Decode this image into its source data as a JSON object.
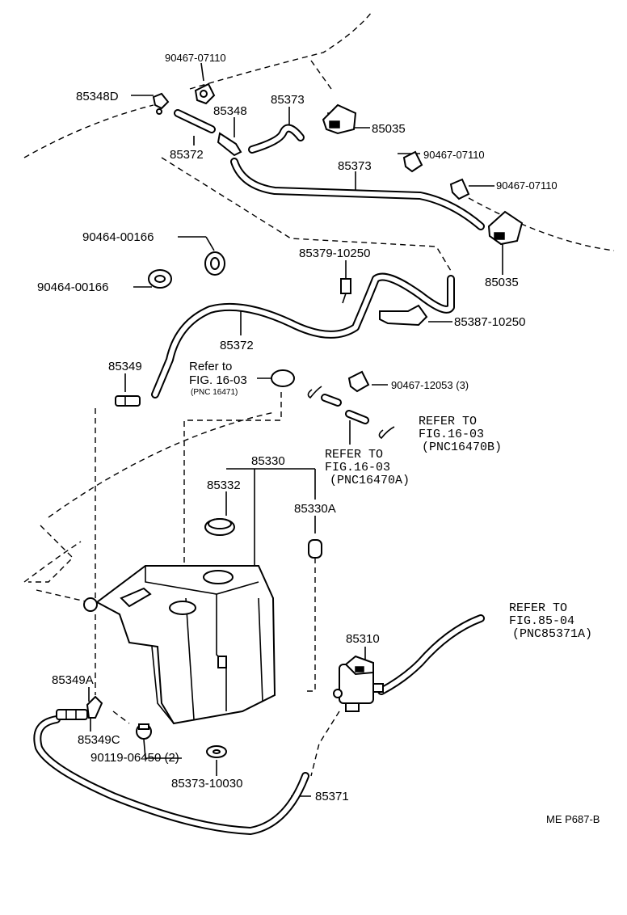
{
  "labels": {
    "p90467_07110_top": "90467-07110",
    "p85348D": "85348D",
    "p85348": "85348",
    "p85373_top": "85373",
    "p85035_top": "85035",
    "p85372_top": "85372",
    "p90467_07110_mid": "90467-07110",
    "p85373_mid": "85373",
    "p90467_07110_right": "90467-07110",
    "p90464_00166_a": "90464-00166",
    "p90464_00166_b": "90464-00166",
    "p85379_10250": "85379-10250",
    "p85035_right": "85035",
    "p85387_10250": "85387-10250",
    "p85372_mid": "85372",
    "p85349": "85349",
    "refer_left_1": "Refer to",
    "refer_left_2": "FIG. 16-03",
    "refer_left_3": "(PNC 16471)",
    "p90467_12053": "90467-12053 (3)",
    "refer_right_1": "REFER TO",
    "refer_right_2": "FIG.16-03",
    "refer_right_3": "(PNC16470B)",
    "refer_mid_1": "REFER TO",
    "refer_mid_2": "FIG.16-03",
    "refer_mid_3": "(PNC16470A)",
    "p85330": "85330",
    "p85332": "85332",
    "p85330A": "85330A",
    "refer_pump_1": "REFER TO",
    "refer_pump_2": "FIG.85-04",
    "refer_pump_3": "(PNC85371A)",
    "p85310": "85310",
    "p85349A": "85349A",
    "p85349C": "85349C",
    "p90119_06450": "90119-06450 (2)",
    "p85373_10030": "85373-10030",
    "p85371": "85371",
    "footer_code": "ME  P687-B"
  }
}
